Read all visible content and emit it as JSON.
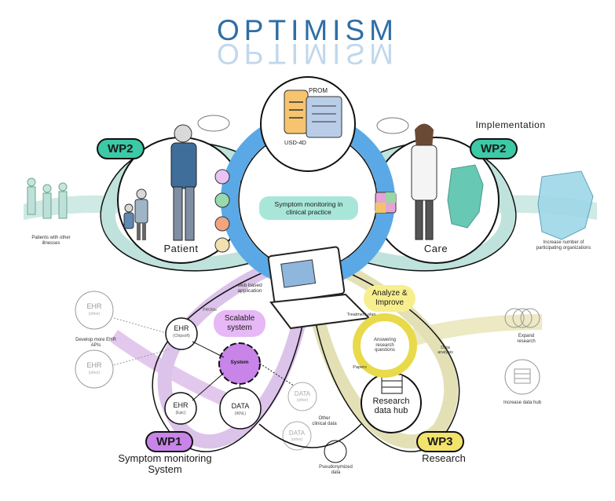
{
  "title": "OPTIMISM",
  "center": {
    "label": "Symptom monitoring in clinical practice",
    "prom": "PROM",
    "usd": "USD-4D"
  },
  "wp2_left": {
    "badge": "WP2",
    "circle_label": "Patient"
  },
  "wp2_right": {
    "badge": "WP2",
    "circle_label": "Care",
    "heading": "Implementation"
  },
  "wp1": {
    "badge": "WP1",
    "caption": "Symptom monitoring System",
    "scalable": "Scalable system",
    "system": "System",
    "ehr_chipsoft": "EHR",
    "ehr_chipsoft_sub": "(Chipsoft)",
    "ehr_epic": "EHR",
    "ehr_epic_sub": "(Epic)",
    "data": "DATA",
    "data_sub": "(IKNL)",
    "proms": "PROMs"
  },
  "wp3": {
    "badge": "WP3",
    "caption": "Research",
    "hub": "Research data hub",
    "analyze": "Analyze & Improve",
    "answering": "Answering research questions",
    "treatment_plan": "Treatment plan",
    "papers": "Papers",
    "data_analysis": "Data analysis"
  },
  "web_app": "web based application",
  "outer_left": {
    "patients": "Patients with other illnesses",
    "ehr1": "EHR",
    "ehr1_sub": "(other)",
    "ehr2": "EHR",
    "ehr2_sub": "(other)",
    "develop": "Develop more EHR APIs"
  },
  "outer_right": {
    "increase_orgs": "Increase number of participating organizations",
    "expand": "Expand research",
    "increase_hub": "Increase data hub"
  },
  "bottom": {
    "data1": "DATA",
    "data1_sub": "(other)",
    "data2": "DATA",
    "data2_sub": "(other)",
    "other_clinical": "Other clinical data",
    "pseudonymized": "Pseudonymized data"
  },
  "colors": {
    "wp1": "#c884e8",
    "wp2": "#3cc9a6",
    "wp3": "#f2e36b",
    "cycle": "#5aa9e6",
    "teal_light": "#a8e6d9",
    "scalable": "#e6b8f5"
  }
}
